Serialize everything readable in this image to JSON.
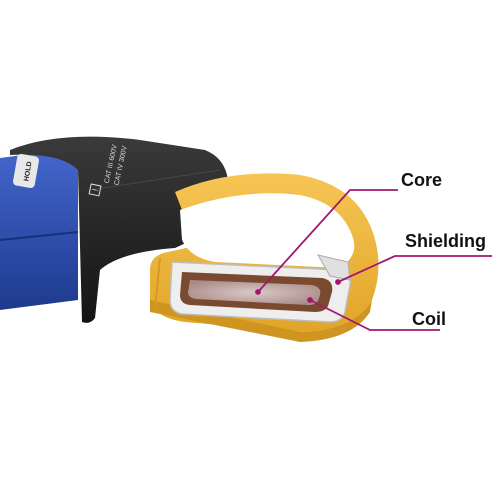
{
  "labels": {
    "core": "Core",
    "shielding": "Shielding",
    "coil": "Coil"
  },
  "device_markings": {
    "hold_button": "HOLD",
    "warning_symbol": "!",
    "rating_line_1": "CAT III 600V",
    "rating_line_2": "CAT IV 300V"
  },
  "colors": {
    "jaw": "#f2b535",
    "jaw_shade": "#d49a22",
    "body": "#1f1f1f",
    "grip": "#2b4aa8",
    "callout_line": "#a0186e",
    "core": "#c9b8b6",
    "coil": "#8b5a3c",
    "shielding": "#e9e9e9"
  }
}
